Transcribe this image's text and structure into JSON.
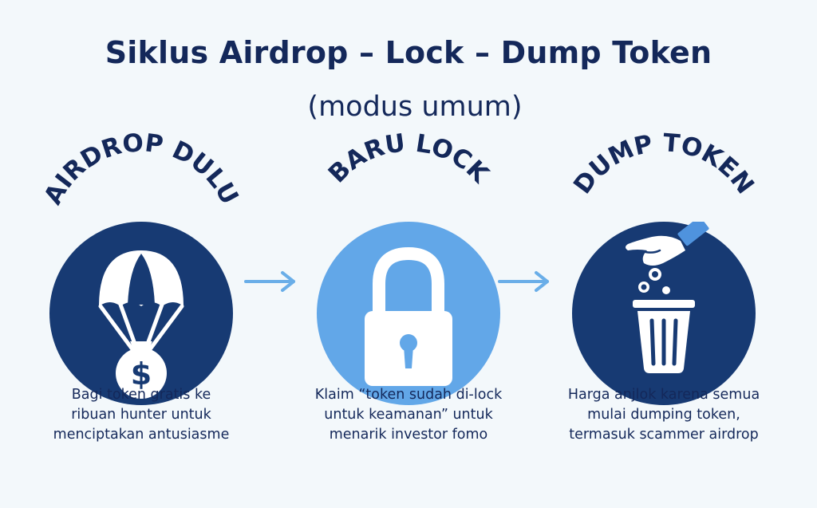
{
  "title": "Siklus Airdrop – Lock – Dump Token",
  "subtitle": "(modus umum)",
  "colors": {
    "navy": "#173a73",
    "light_blue": "#62a7e8",
    "text": "#14285a",
    "arrow": "#6aaee8",
    "background": "#f3f8fb"
  },
  "steps": [
    {
      "heading": "AIRDROP DULU",
      "icon": "parachute-money-bag-icon",
      "description": [
        "Bagi token gratis ke",
        "ribuan hunter untuk",
        "menciptakan antusiasme"
      ]
    },
    {
      "heading": "BARU LOCK",
      "icon": "padlock-icon",
      "description": [
        "Klaim “token sudah di-lock",
        "untuk keamanan” untuk",
        "menarik investor fomo"
      ]
    },
    {
      "heading": "DUMP TOKEN",
      "icon": "hand-dropping-coin-into-trash-icon",
      "description": [
        "Harga anjlok karena semua",
        "mulai dumping token,",
        "termasuk scammer airdrop"
      ]
    }
  ]
}
